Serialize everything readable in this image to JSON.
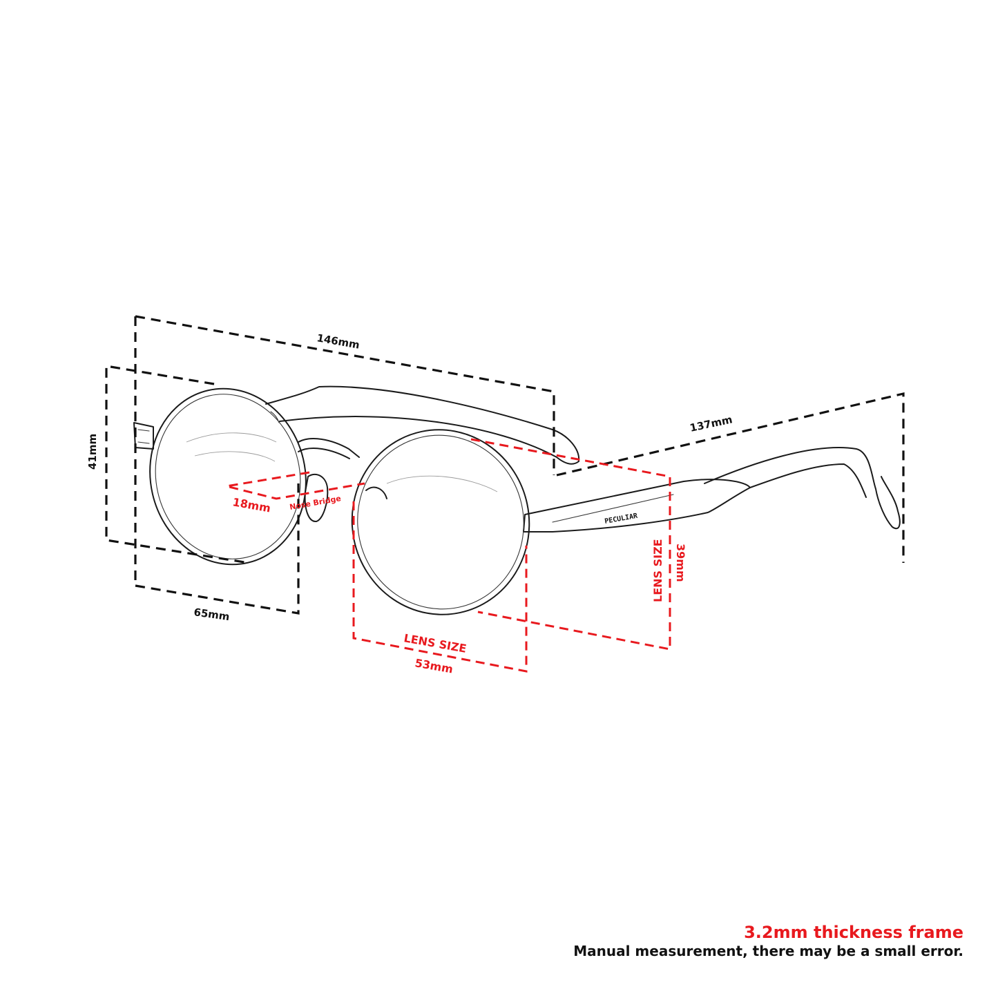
{
  "dimensions": {
    "total_width": "146mm",
    "temple_length": "137mm",
    "frame_height": "41mm",
    "frame_width": "65mm",
    "bridge": "18mm",
    "bridge_label": "Nose Bridge",
    "lens_width_label": "LENS SIZE",
    "lens_width": "53mm",
    "lens_height_label": "LENS SIZE",
    "lens_height": "39mm"
  },
  "brand_mark": "PECULIAR",
  "colors": {
    "accent_red": "#e8191e",
    "ink": "#111111",
    "background": "#ffffff"
  },
  "note": {
    "title": "3.2mm thickness frame",
    "text": "Manual measurement, there may be a small error."
  }
}
